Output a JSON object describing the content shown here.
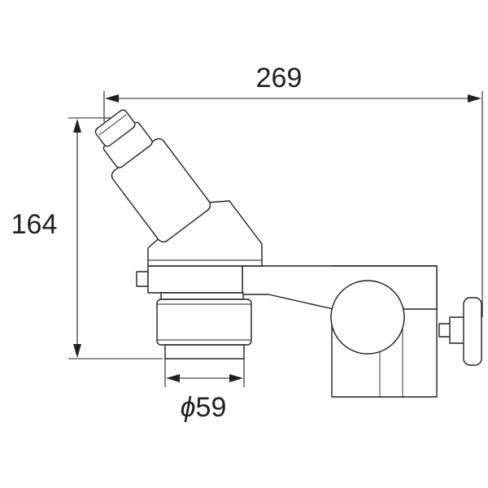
{
  "dimensions": {
    "overall_width": "269",
    "overall_height": "164",
    "base_diameter_symbol": "ϕ",
    "base_diameter_value": "59"
  }
}
